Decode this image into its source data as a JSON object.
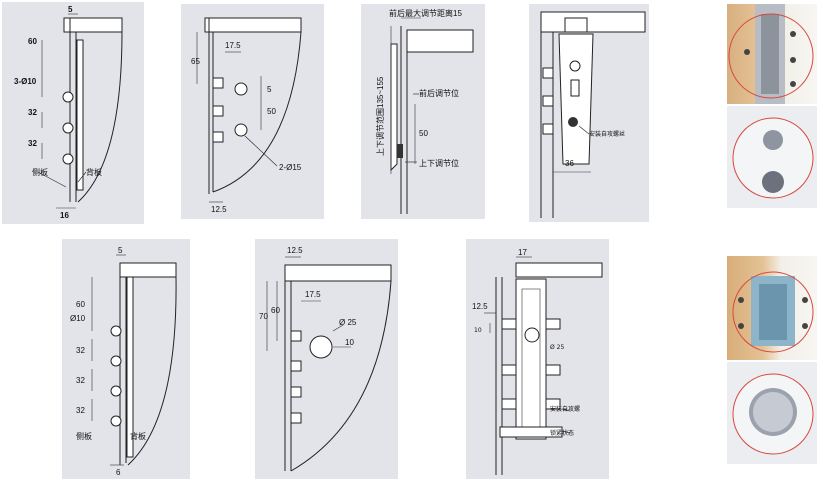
{
  "d1": {
    "dim_top": "5",
    "dim_60": "60",
    "dim_hole": "3-Ø10",
    "dim_32a": "32",
    "dim_32b": "32",
    "side_label": "侧板",
    "back_label": "背板",
    "dim_bottom": "16"
  },
  "d2": {
    "dim_17_5": "17.5",
    "dim_65": "65",
    "dim_5": "5",
    "dim_50": "50",
    "dim_hole": "2-Ø15",
    "dim_12_5": "12.5"
  },
  "d3": {
    "label_top": "前后最大调节距离15",
    "label_range": "上下调节范围135~155",
    "label_front": "前后调节位",
    "dim_50": "50",
    "label_updown": "上下调节位"
  },
  "d4": {
    "label_screw": "安装自攻螺丝",
    "dim_36": "36"
  },
  "d5": {
    "dim_5": "5",
    "dim_60": "60",
    "dim_hole": "Ø10",
    "dim_32a": "32",
    "dim_32b": "32",
    "dim_32c": "32",
    "side_label": "侧板",
    "back_label": "背板",
    "dim_6": "6"
  },
  "d6": {
    "dim_12_5": "12.5",
    "dim_17_5": "17.5",
    "dim_70": "70",
    "dim_60": "60",
    "dim_hole": "Ø 25",
    "dim_10": "10"
  },
  "d7": {
    "dim_17": "17",
    "dim_12_5": "12.5",
    "dim_10": "10",
    "dim_hole": "Ø 25",
    "label_screw": "安装自攻螺",
    "label_lock": "锁紧状态"
  }
}
